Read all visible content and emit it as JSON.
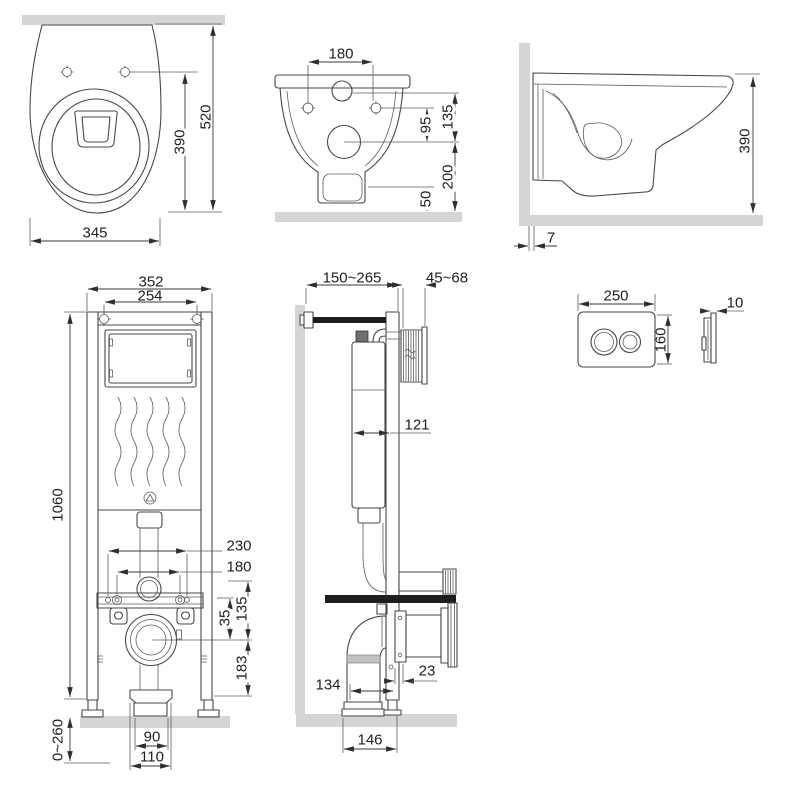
{
  "dims": {
    "toilet_top": {
      "overall_depth": "520",
      "holes_to_front": "390",
      "width": "345"
    },
    "toilet_front": {
      "hole_spacing": "180",
      "drop_135": "135",
      "drop_95": "95",
      "outlet_height": "200",
      "clearance_50": "50"
    },
    "toilet_side": {
      "height": "390",
      "wall_gap": "7"
    },
    "frame_front": {
      "width": "352",
      "top_bolt_spacing": "254",
      "height": "1060",
      "anchor_spacing": "230",
      "stud_spacing": "180",
      "offset_35": "35",
      "flush_to_outlet": "135",
      "outlet_to_base": "183",
      "leg_range": "0~260",
      "outlet_width": "90",
      "base_width": "110"
    },
    "frame_side": {
      "install_depth": "150~265",
      "spigot_range": "45~68",
      "tank_depth": "121",
      "offset_23": "23",
      "offset_134": "134",
      "base_depth": "146"
    },
    "flush_plate": {
      "width": "250",
      "height": "160",
      "thickness": "10"
    }
  }
}
